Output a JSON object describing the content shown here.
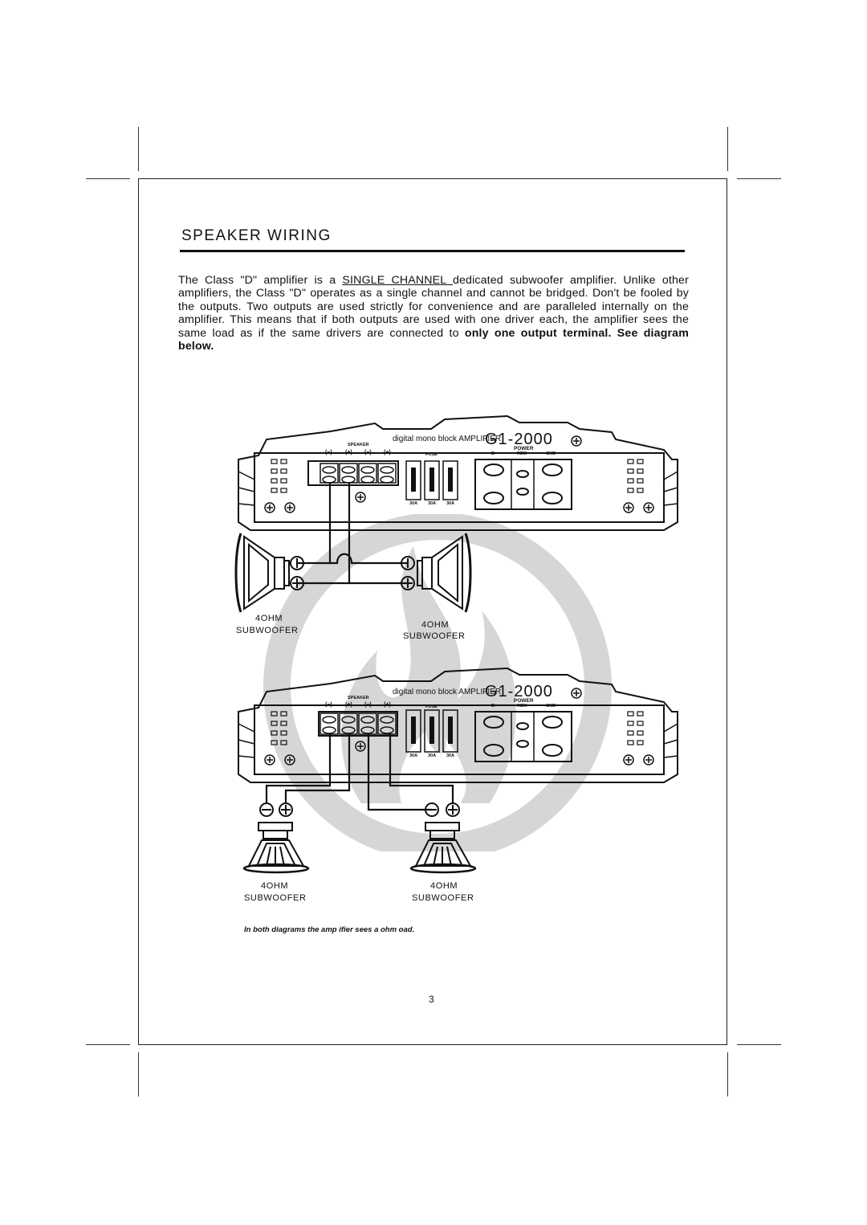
{
  "header": {
    "title": "SPEAKER WIRING"
  },
  "body": {
    "p_start": "The  Class \"D\" amplifier  is a ",
    "p_underline": "SINGLE CHANNEL ",
    "p_rest": "dedicated subwoofer amplifier. Unlike other amplifiers, the Class \"D\" operates as a single channel  and cannot be bridged. Don't be fooled by the outputs. Two outputs are used strictly for convenience and are paralleled internally on the amplifier. This means that if both outputs are used with one driver each, the amplifier sees the same load as if the same drivers are connected to ",
    "p_bold": "only one output terminal. See diagram below."
  },
  "amplifier": {
    "subtitle": "digital mono block AMPLIFIER",
    "model": "G1-2000",
    "speaker_label": "SPEAKER",
    "terminal_signs": [
      "(−)",
      "(+)",
      "(−)",
      "(+)"
    ],
    "fuse_label": "FUSE",
    "fuse_ratings": [
      "30A",
      "30A",
      "30A"
    ],
    "power_label": "POWER",
    "power_terminals": [
      "B+",
      "REM",
      "GND"
    ]
  },
  "diagram1": {
    "left_sub": {
      "ohm": "4OHM",
      "name": "SUBWOOFER"
    },
    "right_sub": {
      "ohm": "4OHM",
      "name": "SUBWOOFER"
    }
  },
  "diagram2": {
    "left_sub": {
      "ohm": "4OHM",
      "name": "SUBWOOFER"
    },
    "right_sub": {
      "ohm": "4OHM",
      "name": "SUBWOOFER"
    }
  },
  "footer": {
    "caption": "In both diagrams  the amp ifier sees a   ohm  oad.",
    "page_number": "3"
  }
}
